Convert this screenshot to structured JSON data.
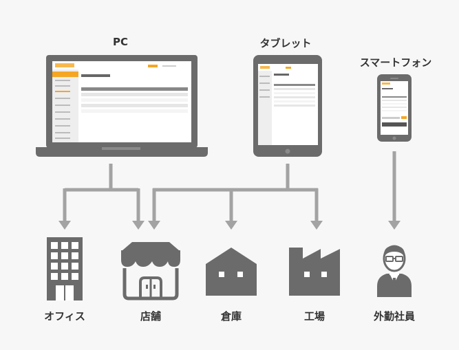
{
  "devices": {
    "pc": "PC",
    "tablet": "タブレット",
    "smartphone": "スマートフォン"
  },
  "locations": {
    "office": "オフィス",
    "store": "店舗",
    "warehouse": "倉庫",
    "factory": "工場",
    "field_staff": "外勤社員"
  },
  "colors": {
    "gray": "#6b6b6b",
    "arrow": "#a3a3a3",
    "accent": "#f5a623",
    "background": "#f7f7f7"
  }
}
